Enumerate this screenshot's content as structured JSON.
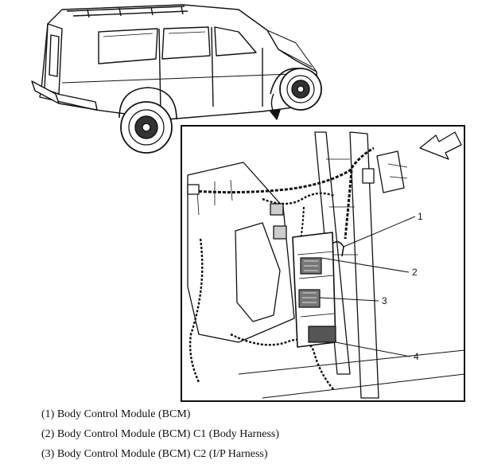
{
  "diagram": {
    "callouts": [
      {
        "id": "1",
        "label": "1"
      },
      {
        "id": "2",
        "label": "2"
      },
      {
        "id": "3",
        "label": "3"
      },
      {
        "id": "4",
        "label": "4"
      }
    ]
  },
  "legend": {
    "items": [
      "(1) Body Control Module (BCM)",
      "(2) Body Control Module (BCM) C1 (Body Harness)",
      "(3) Body Control Module (BCM) C2 (I/P Harness)"
    ]
  }
}
